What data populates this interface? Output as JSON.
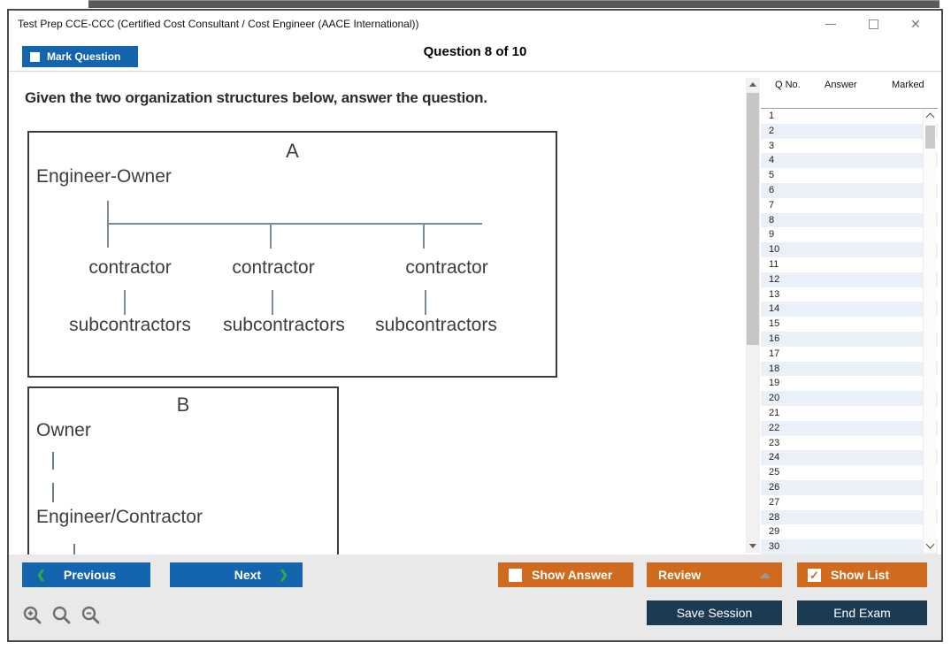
{
  "window": {
    "title": "Test Prep CCE-CCC (Certified Cost Consultant / Cost Engineer (AACE International))"
  },
  "header": {
    "mark_question": "Mark Question",
    "counter": "Question 8 of 10"
  },
  "question": {
    "prompt": "Given the two organization structures below, answer the question."
  },
  "diagram_a": {
    "title": "A",
    "root": "Engineer-Owner",
    "children": [
      "contractor",
      "contractor",
      "contractor"
    ],
    "grandchildren": [
      "subcontractors",
      "subcontractors",
      "subcontractors"
    ]
  },
  "diagram_b": {
    "title": "B",
    "root": "Owner",
    "child": "Engineer/Contractor"
  },
  "question_list": {
    "columns": [
      "Q No.",
      "Answer",
      "Marked"
    ],
    "rows": [
      {
        "q": "1",
        "answer": "",
        "marked": ""
      },
      {
        "q": "2",
        "answer": "",
        "marked": ""
      },
      {
        "q": "3",
        "answer": "",
        "marked": ""
      },
      {
        "q": "4",
        "answer": "",
        "marked": ""
      },
      {
        "q": "5",
        "answer": "",
        "marked": ""
      },
      {
        "q": "6",
        "answer": "",
        "marked": ""
      },
      {
        "q": "7",
        "answer": "",
        "marked": ""
      },
      {
        "q": "8",
        "answer": "",
        "marked": ""
      },
      {
        "q": "9",
        "answer": "",
        "marked": ""
      },
      {
        "q": "10",
        "answer": "",
        "marked": ""
      },
      {
        "q": "11",
        "answer": "",
        "marked": ""
      },
      {
        "q": "12",
        "answer": "",
        "marked": ""
      },
      {
        "q": "13",
        "answer": "",
        "marked": ""
      },
      {
        "q": "14",
        "answer": "",
        "marked": ""
      },
      {
        "q": "15",
        "answer": "",
        "marked": ""
      },
      {
        "q": "16",
        "answer": "",
        "marked": ""
      },
      {
        "q": "17",
        "answer": "",
        "marked": ""
      },
      {
        "q": "18",
        "answer": "",
        "marked": ""
      },
      {
        "q": "19",
        "answer": "",
        "marked": ""
      },
      {
        "q": "20",
        "answer": "",
        "marked": ""
      },
      {
        "q": "21",
        "answer": "",
        "marked": ""
      },
      {
        "q": "22",
        "answer": "",
        "marked": ""
      },
      {
        "q": "23",
        "answer": "",
        "marked": ""
      },
      {
        "q": "24",
        "answer": "",
        "marked": ""
      },
      {
        "q": "25",
        "answer": "",
        "marked": ""
      },
      {
        "q": "26",
        "answer": "",
        "marked": ""
      },
      {
        "q": "27",
        "answer": "",
        "marked": ""
      },
      {
        "q": "28",
        "answer": "",
        "marked": ""
      },
      {
        "q": "29",
        "answer": "",
        "marked": ""
      },
      {
        "q": "30",
        "answer": "",
        "marked": ""
      }
    ]
  },
  "footer": {
    "previous": "Previous",
    "next": "Next",
    "show_answer": "Show Answer",
    "review": "Review",
    "show_list": "Show List",
    "save_session": "Save Session",
    "end_exam": "End Exam"
  },
  "icons": {
    "prev_chevron": "❮",
    "next_chevron": "❯",
    "check": "✓",
    "close": "✕"
  },
  "colors": {
    "button_blue": "#1465AD",
    "button_orange": "#D06A1F",
    "button_navy": "#1C3A52",
    "chevron_green": "#2FAE3F",
    "row_alt": "#E9F0F7"
  }
}
